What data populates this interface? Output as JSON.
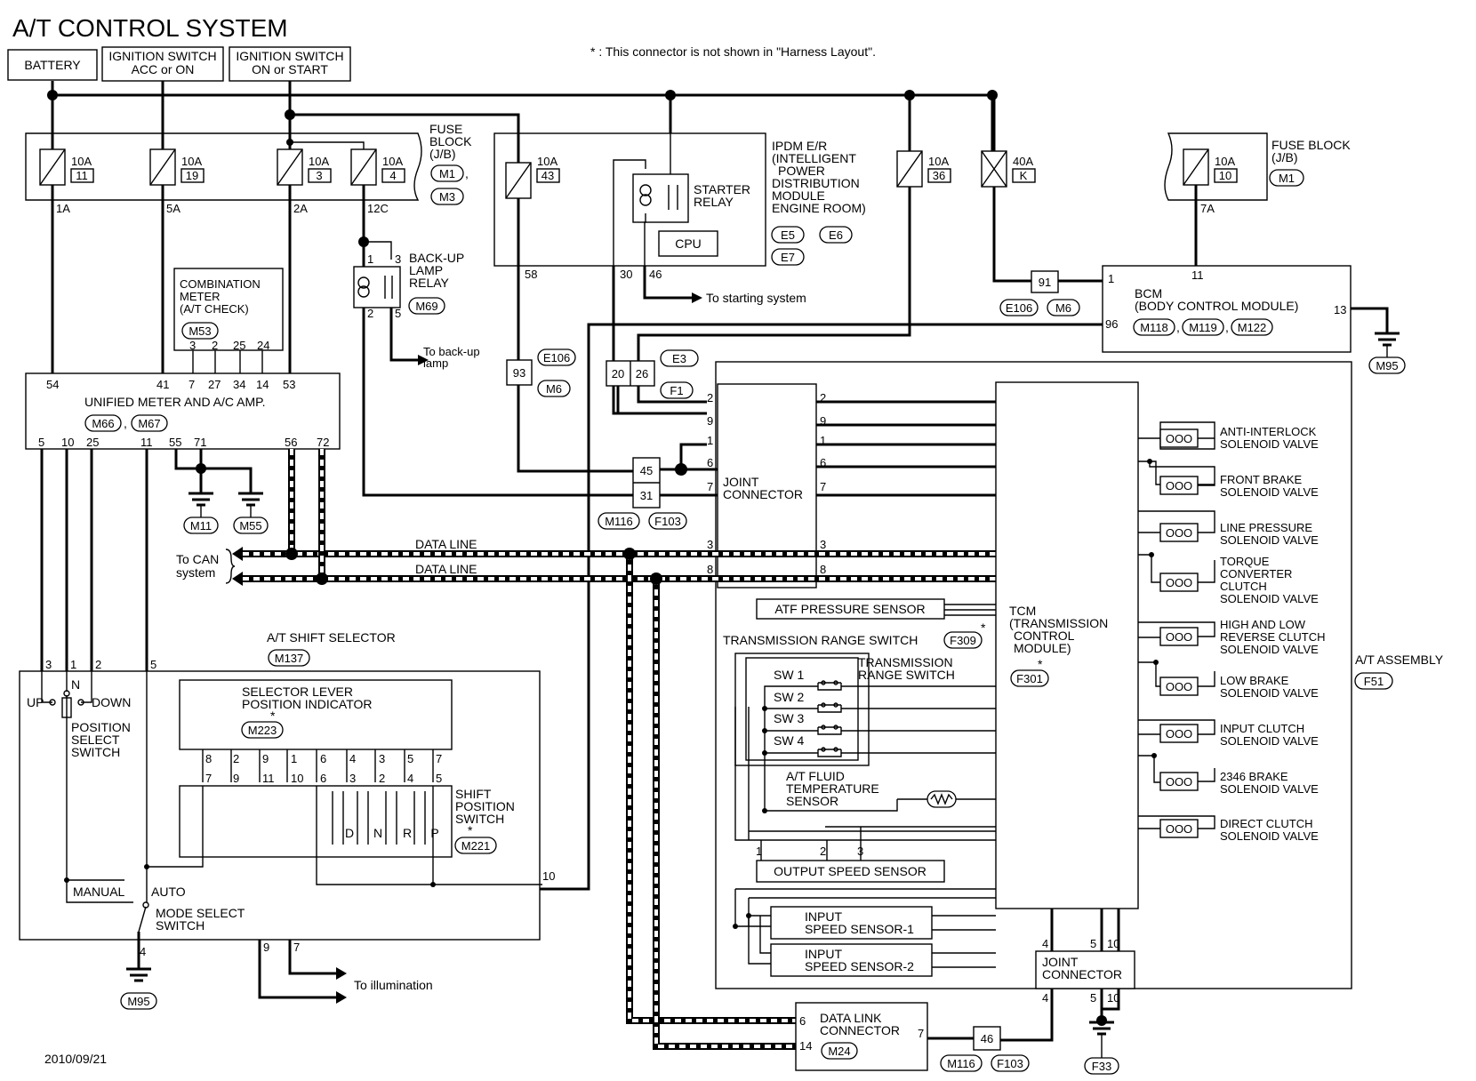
{
  "title": "A/T CONTROL SYSTEM",
  "note": "* : This connector is not shown in \"Harness Layout\".",
  "date": "2010/09/21",
  "sources": {
    "battery": "BATTERY",
    "ign_acc_1": "IGNITION SWITCH",
    "ign_acc_2": "ACC or ON",
    "ign_on_1": "IGNITION SWITCH",
    "ign_on_2": "ON or START"
  },
  "fuse_block": {
    "label1": "FUSE",
    "label2": "BLOCK",
    "label3": "(J/B)",
    "conn1": "M1",
    "conn2": "M3",
    "fuses": [
      {
        "amp": "10A",
        "num": "11",
        "pin": "1A"
      },
      {
        "amp": "10A",
        "num": "19",
        "pin": "5A"
      },
      {
        "amp": "10A",
        "num": "3",
        "pin": "2A"
      },
      {
        "amp": "10A",
        "num": "4",
        "pin": "12C"
      }
    ]
  },
  "ipdm": {
    "fuse_amp": "10A",
    "fuse_num": "43",
    "relay_label1": "STARTER",
    "relay_label2": "RELAY",
    "cpu": "CPU",
    "label": [
      "IPDM E/R",
      "(INTELLIGENT",
      "POWER",
      "DISTRIBUTION",
      "MODULE",
      "ENGINE ROOM)"
    ],
    "conns": [
      "E5",
      "E6",
      "E7"
    ],
    "pins": [
      "58",
      "30",
      "46"
    ],
    "to_start": "To starting system"
  },
  "fuse_36": {
    "amp": "10A",
    "num": "36"
  },
  "fuse_k": {
    "amp": "40A",
    "num": "K"
  },
  "fuse_block2": {
    "amp": "10A",
    "num": "10",
    "label1": "FUSE BLOCK",
    "label2": "(J/B)",
    "conn": "M1",
    "pin": "7A"
  },
  "bcm": {
    "label1": "BCM",
    "label2": "(BODY CONTROL MODULE)",
    "conns": [
      "M118",
      "M119",
      "M122"
    ],
    "pins": [
      "1",
      "11",
      "96",
      "13"
    ],
    "gnd": "M95",
    "inline_pin": "91",
    "inline_conns": [
      "E106",
      "M6"
    ]
  },
  "combo_meter": {
    "label": [
      "COMBINATION",
      "METER",
      "(A/T CHECK)"
    ],
    "conn": "M53",
    "pins": [
      "3",
      "2",
      "25",
      "24"
    ]
  },
  "backup_relay": {
    "label": [
      "BACK-UP",
      "LAMP",
      "RELAY"
    ],
    "conn": "M69",
    "pins": [
      "1",
      "3",
      "2",
      "5"
    ],
    "to_lamp1": "To back-up",
    "to_lamp2": "lamp"
  },
  "unified_meter": {
    "label": "UNIFIED METER AND A/C AMP.",
    "conns": [
      "M66",
      "M67"
    ],
    "top_pins": [
      "54",
      "41",
      "7",
      "27",
      "34",
      "14",
      "53"
    ],
    "bottom_pins": [
      "5",
      "10",
      "25",
      "11",
      "55",
      "71",
      "56",
      "72"
    ],
    "gnds": [
      "M11",
      "M55"
    ]
  },
  "inline_93": {
    "pin": "93",
    "conns": [
      "E106",
      "M6"
    ]
  },
  "inline_20_26": {
    "pins": [
      "20",
      "26"
    ],
    "conns": [
      "E3",
      "F1"
    ]
  },
  "inline_45_31": {
    "pins": [
      "45",
      "31"
    ],
    "conns": [
      "M116",
      "F103"
    ]
  },
  "joint_conn1": {
    "label1": "JOINT",
    "label2": "CONNECTOR",
    "pins": [
      "2",
      "9",
      "1",
      "6",
      "7",
      "3",
      "8"
    ]
  },
  "can": {
    "data_line": "DATA LINE",
    "to_can1": "To CAN",
    "to_can2": "system"
  },
  "tcm": {
    "label": [
      "TCM",
      "(TRANSMISSION",
      "CONTROL",
      "MODULE)"
    ],
    "conn": "F301"
  },
  "at_assembly": {
    "label": "A/T ASSEMBLY",
    "conn": "F51"
  },
  "solenoids": [
    [
      "ANTI-INTERLOCK",
      "SOLENOID VALVE"
    ],
    [
      "FRONT BRAKE",
      "SOLENOID VALVE"
    ],
    [
      "LINE PRESSURE",
      "SOLENOID VALVE"
    ],
    [
      "TORQUE",
      "CONVERTER",
      "CLUTCH",
      "SOLENOID VALVE"
    ],
    [
      "HIGH AND LOW",
      "REVERSE CLUTCH",
      "SOLENOID VALVE"
    ],
    [
      "LOW BRAKE",
      "SOLENOID VALVE"
    ],
    [
      "INPUT CLUTCH",
      "SOLENOID VALVE"
    ],
    [
      "2346 BRAKE",
      "SOLENOID VALVE"
    ],
    [
      "DIRECT CLUTCH",
      "SOLENOID VALVE"
    ]
  ],
  "atf_sensor": "ATF PRESSURE SENSOR",
  "trs": {
    "label": "TRANSMISSION RANGE SWITCH",
    "conn": "F309",
    "inner1": "TRANSMISSION",
    "inner2": "RANGE SWITCH",
    "switches": [
      "SW 1",
      "SW 2",
      "SW 3",
      "SW 4"
    ]
  },
  "fluid_sensor": [
    "A/T FLUID",
    "TEMPERATURE",
    "SENSOR"
  ],
  "output_speed": {
    "label": "OUTPUT SPEED SENSOR",
    "pins": [
      "1",
      "2",
      "3"
    ]
  },
  "input_speed": [
    [
      "INPUT",
      "SPEED SENSOR-1"
    ],
    [
      "INPUT",
      "SPEED SENSOR-2"
    ]
  ],
  "joint_conn2": {
    "label1": "JOINT",
    "label2": "CONNECTOR",
    "pins": [
      "4",
      "5",
      "10",
      "4",
      "5",
      "10"
    ],
    "gnd": "F33"
  },
  "data_link": {
    "label1": "DATA LINK",
    "label2": "CONNECTOR",
    "conn": "M24",
    "pins": [
      "6",
      "14",
      "7"
    ],
    "inline_pin": "46",
    "inline_conns": [
      "M116",
      "F103"
    ]
  },
  "shift_selector": {
    "label": "A/T SHIFT SELECTOR",
    "conn": "M137",
    "pins_top": [
      "3",
      "1",
      "2",
      "5"
    ],
    "up": "UP",
    "n": "N",
    "down": "DOWN",
    "pss": [
      "POSITION",
      "SELECT",
      "SWITCH"
    ],
    "indicator": [
      "SELECTOR LEVER",
      "POSITION INDICATOR"
    ],
    "indicator_conn": "M223",
    "ind_pins": [
      "8",
      "2",
      "9",
      "1",
      "6",
      "4",
      "3",
      "5",
      "7"
    ],
    "sps_pins": [
      "7",
      "9",
      "11",
      "10",
      "6",
      "3",
      "2",
      "4",
      "5"
    ],
    "sps": [
      "SHIFT",
      "POSITION",
      "SWITCH"
    ],
    "sps_conn": "M221",
    "positions": [
      "D",
      "N",
      "R",
      "P"
    ],
    "manual": "MANUAL",
    "auto": "AUTO",
    "mode": [
      "MODE SELECT",
      "SWITCH"
    ],
    "pin_10": "10",
    "pin_4": "4",
    "gnd": "M95",
    "illum_pins": [
      "9",
      "7"
    ],
    "to_illum": "To illumination"
  }
}
